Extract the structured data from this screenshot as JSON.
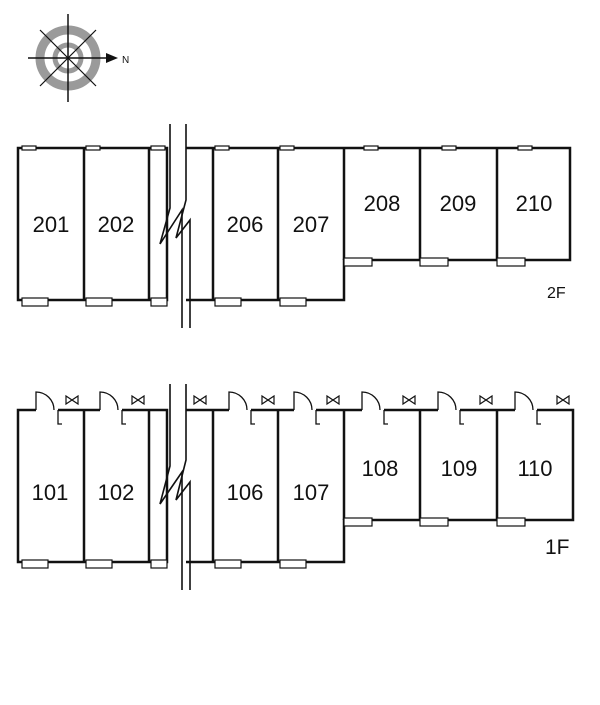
{
  "compass": {
    "icon": "compass-icon",
    "north_mark": "N"
  },
  "floors": [
    {
      "id": "2F",
      "label": "2F",
      "units": [
        "201",
        "202",
        "206",
        "207",
        "208",
        "209",
        "210"
      ]
    },
    {
      "id": "1F",
      "label": "1F",
      "units": [
        "101",
        "102",
        "106",
        "107",
        "108",
        "109",
        "110"
      ]
    }
  ],
  "colors": {
    "line": "#111111",
    "wall_fill": "#ffffff",
    "compass_grey": "#9a9a9a"
  }
}
